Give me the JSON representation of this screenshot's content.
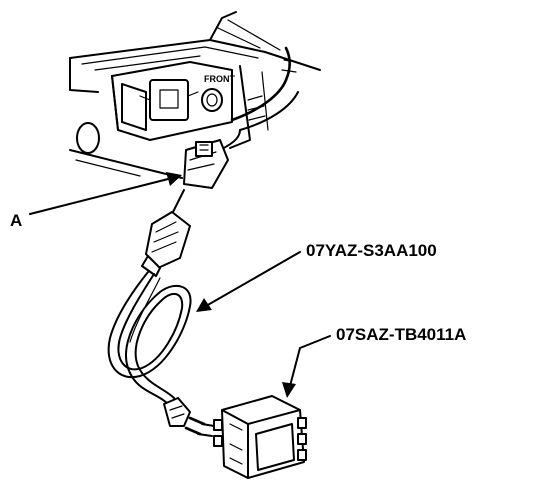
{
  "labels": {
    "connector": "A",
    "cable_part_number": "07YAZ-S3AA100",
    "module_part_number": "07SAZ-TB4011A",
    "bracket_marking": "FRONT"
  },
  "colors": {
    "ink": "#000000",
    "paper": "#ffffff"
  }
}
